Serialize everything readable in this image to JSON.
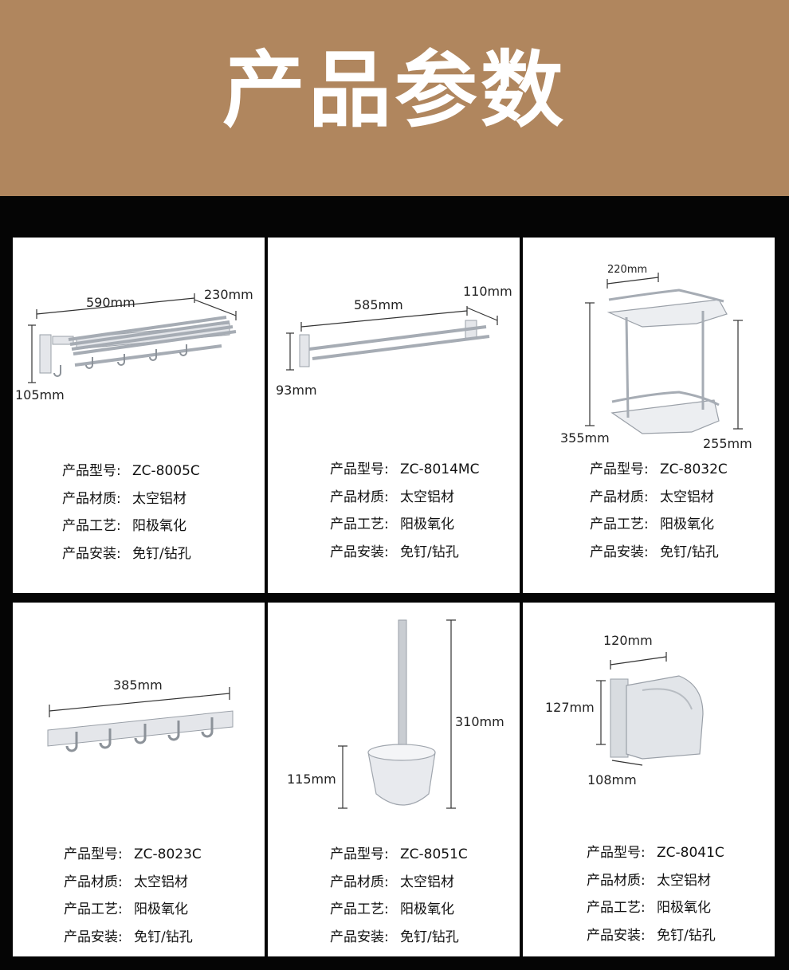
{
  "header": {
    "title": "产品参数"
  },
  "spec_labels": {
    "model": "产品型号:",
    "material": "产品材质:",
    "process": "产品工艺:",
    "install": "产品安装:"
  },
  "products": [
    {
      "model": "ZC-8005C",
      "material": "太空铝材",
      "process": "阳极氧化",
      "install": "免钉/钻孔",
      "dims": {
        "width": "590mm",
        "depth": "230mm",
        "height": "105mm"
      }
    },
    {
      "model": "ZC-8014MC",
      "material": "太空铝材",
      "process": "阳极氧化",
      "install": "免钉/钻孔",
      "dims": {
        "width": "585mm",
        "depth": "110mm",
        "height": "93mm"
      }
    },
    {
      "model": "ZC-8032C",
      "material": "太空铝材",
      "process": "阳极氧化",
      "install": "免钉/钻孔",
      "dims": {
        "width": "220mm",
        "height": "355mm",
        "depth": "255mm"
      }
    },
    {
      "model": "ZC-8023C",
      "material": "太空铝材",
      "process": "阳极氧化",
      "install": "免钉/钻孔",
      "dims": {
        "width": "385mm"
      }
    },
    {
      "model": "ZC-8051C",
      "material": "太空铝材",
      "process": "阳极氧化",
      "install": "免钉/钻孔",
      "dims": {
        "height": "310mm",
        "cup": "115mm"
      }
    },
    {
      "model": "ZC-8041C",
      "material": "太空铝材",
      "process": "阳极氧化",
      "install": "免钉/钻孔",
      "dims": {
        "width": "120mm",
        "height": "127mm",
        "depth": "108mm"
      }
    }
  ]
}
